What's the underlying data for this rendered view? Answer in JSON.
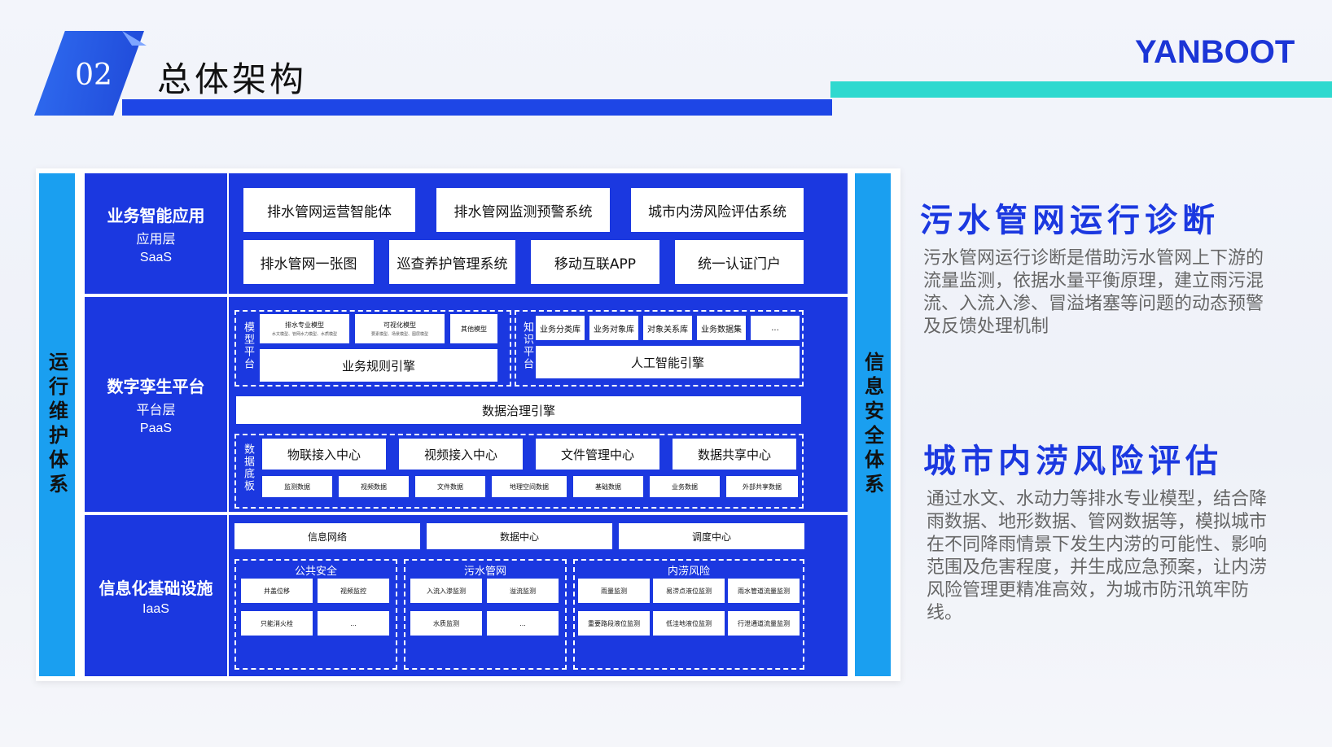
{
  "header": {
    "number": "02",
    "title": "总体架构",
    "brand": "YANBOOT"
  },
  "side": {
    "left": "运行维护体系",
    "right": "信息安全体系"
  },
  "saas": {
    "label": "业务智能应用",
    "sub": "应用层",
    "code": "SaaS",
    "row1": [
      "排水管网运营智能体",
      "排水管网监测预警系统",
      "城市内涝风险评估系统"
    ],
    "row2": [
      "排水管网一张图",
      "巡查养护管理系统",
      "移动互联APP",
      "统一认证门户"
    ]
  },
  "paas": {
    "label": "数字孪生平台",
    "sub": "平台层",
    "code": "PaaS",
    "model_label": "模型平台",
    "models": [
      {
        "name": "排水专业模型",
        "desc": "水文模型、管网水力模型、水质模型"
      },
      {
        "name": "可视化模型",
        "desc": "要素模型、场景模型、图层模型"
      },
      {
        "name": "其他模型",
        "desc": ""
      }
    ],
    "rule_engine": "业务规则引擎",
    "knowledge_label": "知识平台",
    "knowledge": [
      "业务分类库",
      "业务对象库",
      "对象关系库",
      "业务数据集",
      "..."
    ],
    "ai_engine": "人工智能引擎",
    "governance": "数据治理引擎",
    "base_label": "数据底板",
    "centers": [
      "物联接入中心",
      "视频接入中心",
      "文件管理中心",
      "数据共享中心"
    ],
    "data_items": [
      "监测数据",
      "视频数据",
      "文件数据",
      "地理空间数据",
      "基础数据",
      "业务数据",
      "外部共享数据"
    ]
  },
  "iaas": {
    "label": "信息化基础设施",
    "code": "IaaS",
    "top": [
      "信息网络",
      "数据中心",
      "调度中心"
    ],
    "groups": [
      {
        "title": "公共安全",
        "items": [
          "井盖位移",
          "视频监控",
          "只能消火栓",
          "..."
        ]
      },
      {
        "title": "污水管网",
        "items": [
          "入流入渗监测",
          "溢流监测",
          "水质监测",
          "..."
        ]
      },
      {
        "title": "内涝风险",
        "items": [
          "雨量监测",
          "易涝点液位监测",
          "雨水管道流量监测",
          "重要路段液位监测",
          "低洼地液位监测",
          "行泄通道流量监测"
        ]
      }
    ]
  },
  "right": {
    "t1": "污水管网运行诊断",
    "p1": "污水管网运行诊断是借助污水管网上下游的流量监测，依据水量平衡原理，建立雨污混流、入流入渗、冒溢堵塞等问题的动态预警及反馈处理机制",
    "t2": "城市内涝风险评估",
    "p2": "通过水文、水动力等排水专业模型，结合降雨数据、地形数据、管网数据等，模拟城市在不同降雨情景下发生内涝的可能性、影响范围及危害程度，并生成应急预案，让内涝风险管理更精准高效，为城市防汛筑牢防线。"
  },
  "colors": {
    "primary": "#1b38e0",
    "side": "#1a9ff0",
    "teal": "#2fd9cf"
  }
}
